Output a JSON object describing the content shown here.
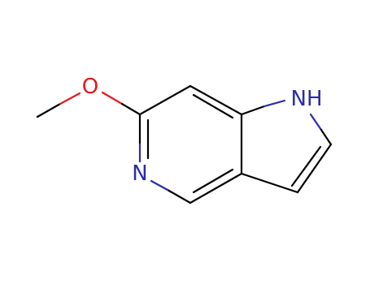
{
  "molecule": {
    "atoms": {
      "oxygen": {
        "label": "O",
        "color": "#e31a1c"
      },
      "nitrogen_pyridine": {
        "label": "N",
        "color": "#2b2ba8"
      },
      "nitrogen_pyrrole": {
        "label": "NH",
        "color": "#2b2ba8"
      }
    },
    "bond_color": "#000000"
  }
}
